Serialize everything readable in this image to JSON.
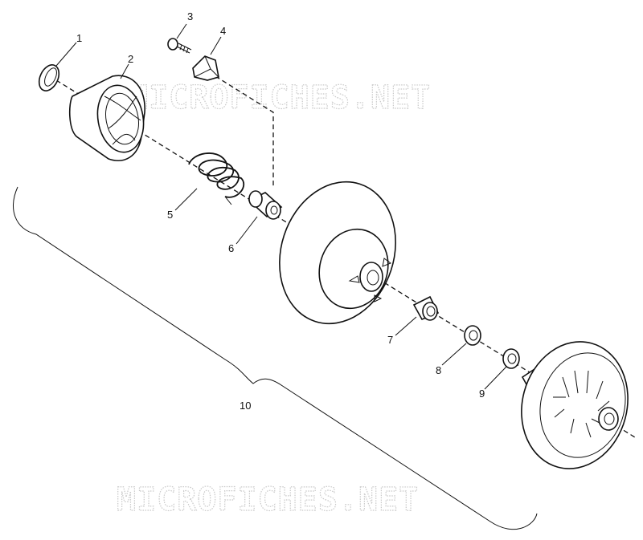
{
  "watermark": "MICROFICHES.NET",
  "callouts": [
    {
      "id": "1",
      "label": "1"
    },
    {
      "id": "2",
      "label": "2"
    },
    {
      "id": "3",
      "label": "3"
    },
    {
      "id": "4",
      "label": "4"
    },
    {
      "id": "5",
      "label": "5"
    },
    {
      "id": "6",
      "label": "6"
    },
    {
      "id": "7",
      "label": "7"
    },
    {
      "id": "8",
      "label": "8"
    },
    {
      "id": "9",
      "label": "9"
    },
    {
      "id": "10",
      "label": "10"
    }
  ]
}
